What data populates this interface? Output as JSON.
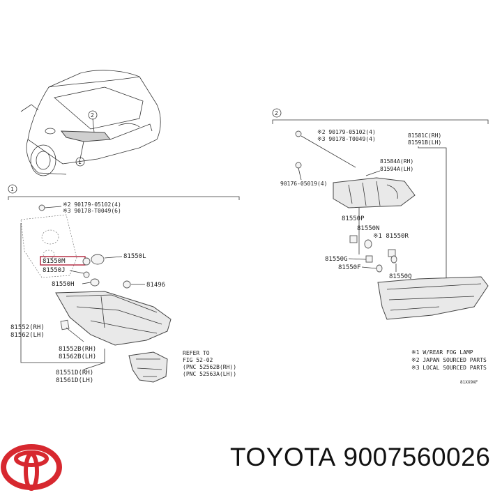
{
  "diagram": {
    "callout_1": "1",
    "callout_2": "2",
    "section1": {
      "header": "1",
      "labels": {
        "bolt_a": "※2 90179-05102(4)",
        "bolt_b": "※3 90178-T0049(6)",
        "p81550L": "81550L",
        "p81550M": "81550M",
        "p81550J": "81550J",
        "p81550H": "81550H",
        "p81496": "81496",
        "p81552": "81552(RH)",
        "p81562": "81562(LH)",
        "p81552B": "81552B(RH)",
        "p81562B": "81562B(LH)",
        "p81551D": "81551D(RH)",
        "p81561D": "81561D(LH)",
        "refer1": "REFER TO",
        "refer2": "FIG 52-02",
        "refer3": "(PNC 52562B(RH))",
        "refer4": "(PNC 52563A(LH))"
      }
    },
    "section2": {
      "header": "2",
      "labels": {
        "bolt_a": "※2 90179-05102(4)",
        "bolt_b": "※3 90178-T0049(4)",
        "p81581C": "81581C(RH)",
        "p81591B": "81591B(LH)",
        "p81584A": "81584A(RH)",
        "p81594A": "81594A(LH)",
        "clip": "90176-05019(4)",
        "p81550P": "81550P",
        "p81550N": "81550N",
        "p81550R": "※1 81550R",
        "p81550G": "81550G",
        "p81550F": "81550F",
        "p81550Q": "81550Q",
        "note1": "※1 W/REAR FOG LAMP",
        "note2": "※2 JAPAN SOURCED PARTS",
        "note3": "※3 LOCAL SOURCED PARTS",
        "code": "81XX9XF"
      }
    }
  },
  "footer": {
    "brand": "TOYOTA",
    "part_number": "9007560026",
    "logo_icon": "toyota-logo-icon",
    "logo_color": "#d7282f"
  }
}
